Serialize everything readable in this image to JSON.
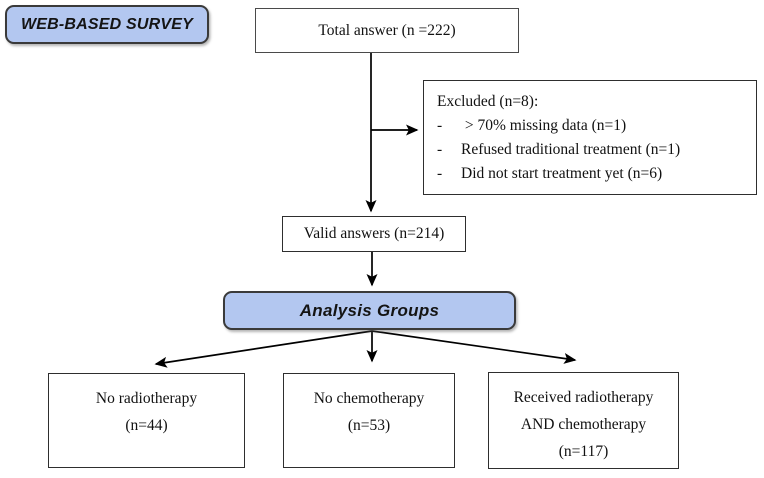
{
  "diagram": {
    "survey_label": "WEB-BASED SURVEY",
    "total_box": "Total answer (n =222)",
    "excluded": {
      "title": "Excluded (n=8):",
      "bullet": "-",
      "items": [
        " > 70% missing data (n=1)",
        "Refused traditional treatment (n=1)",
        "Did not start treatment yet (n=6)"
      ]
    },
    "valid_box": "Valid answers (n=214)",
    "analysis_label": "Analysis Groups",
    "groups": [
      {
        "lines": [
          "No radiotherapy",
          "(n=44)"
        ]
      },
      {
        "lines": [
          "No chemotherapy",
          "(n=53)"
        ]
      },
      {
        "lines": [
          "Received radiotherapy",
          "AND chemotherapy",
          "(n=117)"
        ]
      }
    ],
    "colors": {
      "node_fill": "#b3c7f0",
      "node_border": "#3a3a3a",
      "box_border": "#2e2e2e",
      "arrow": "#000000"
    }
  }
}
